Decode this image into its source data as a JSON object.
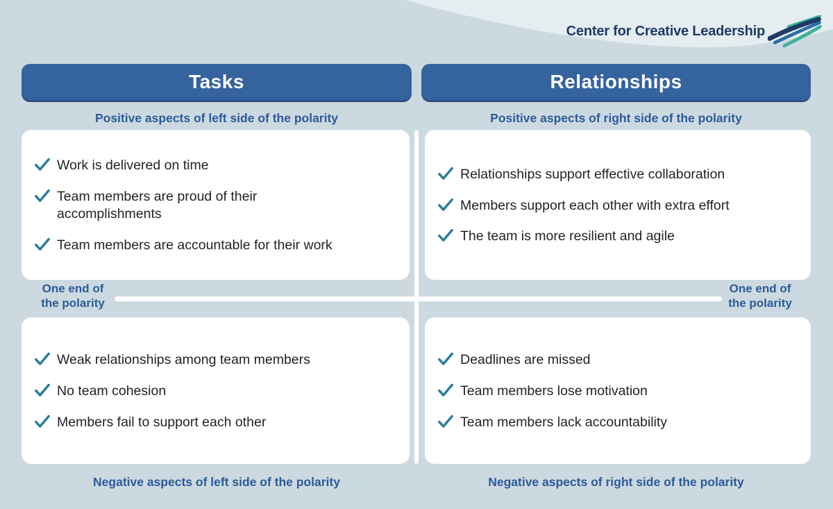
{
  "logo": {
    "text": "Center for Creative Leadership"
  },
  "left": {
    "header": "Tasks",
    "positive_caption": "Positive aspects of left side of the polarity",
    "negative_caption": "Negative aspects of left side of the polarity",
    "positives": [
      "Work is delivered on time",
      "Team members are proud of their accomplishments",
      "Team members are accountable for their work"
    ],
    "negatives": [
      "Weak relationships among team members",
      "No team cohesion",
      "Members fail to support each other"
    ]
  },
  "right": {
    "header": "Relationships",
    "positive_caption": "Positive aspects of right side of the polarity",
    "negative_caption": "Negative aspects of right side of the polarity",
    "positives": [
      "Relationships support effective collaboration",
      "Members support each other with extra effort",
      "The team is more resilient and agile"
    ],
    "negatives": [
      "Deadlines are missed",
      "Team members lose motivation",
      "Team members lack accountability"
    ]
  },
  "axis": {
    "left_line1": "One end of",
    "left_line2": "the polarity",
    "right_line1": "One end of",
    "right_line2": "the polarity"
  },
  "colors": {
    "background": "#cdd9e0",
    "header_blue": "#35639e",
    "caption_blue": "#2b5b9b",
    "check_teal": "#2a7d9a",
    "logo_navy": "#1e3a66",
    "swoosh_teal": "#3bb29a",
    "swoosh_blue": "#2f6ca3"
  }
}
